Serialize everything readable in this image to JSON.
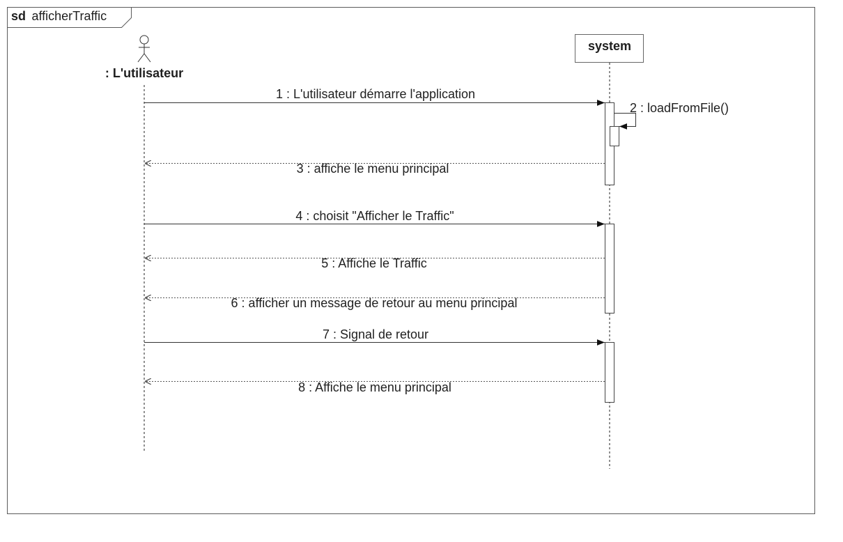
{
  "frame": {
    "keyword": "sd",
    "title": "afficherTraffic"
  },
  "participants": [
    {
      "id": "user",
      "kind": "actor",
      "name": ": L'utilisateur"
    },
    {
      "id": "system",
      "kind": "object",
      "name": "system"
    }
  ],
  "messages": [
    {
      "label": "1 : L'utilisateur démarre l'application",
      "kind": "sync",
      "from": "user",
      "to": "system"
    },
    {
      "label": "2 : loadFromFile()",
      "kind": "self",
      "from": "system",
      "to": "system"
    },
    {
      "label": "3 : affiche le menu principal",
      "kind": "reply",
      "from": "system",
      "to": "user"
    },
    {
      "label": "4 : choisit \"Afficher le Traffic\"",
      "kind": "sync",
      "from": "user",
      "to": "system"
    },
    {
      "label": "5 : Affiche le Traffic",
      "kind": "reply",
      "from": "system",
      "to": "user"
    },
    {
      "label": "6 : afficher un message de retour au menu principal",
      "kind": "reply",
      "from": "system",
      "to": "user"
    },
    {
      "label": "7 : Signal de retour",
      "kind": "sync",
      "from": "user",
      "to": "system"
    },
    {
      "label": "8 : Affiche le menu principal",
      "kind": "reply",
      "from": "system",
      "to": "user"
    }
  ]
}
